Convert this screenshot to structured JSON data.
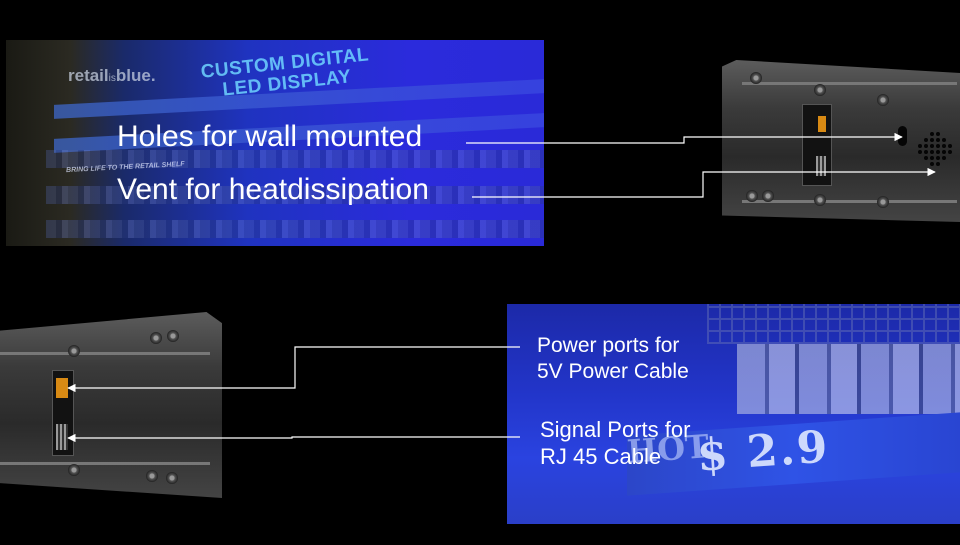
{
  "callouts": {
    "holes": "Holes for wall mounted",
    "vent": "Vent for heatdissipation",
    "power_line1": "Power ports for",
    "power_line2": "5V Power Cable",
    "signal_line1": "Signal Ports for",
    "signal_line2": "RJ 45 Cable"
  },
  "photo_top_left": {
    "sign_title_line1": "CUSTOM DIGITAL",
    "sign_title_line2": "LED DISPLAY",
    "brand_text": "retail",
    "brand_small": "is",
    "brand_suffix": "blue.",
    "shelf_tagline": "BRING LIFE TO THE RETAIL SHELF"
  },
  "photo_bottom_right": {
    "ticker_hot": "HOT",
    "ticker_price": "$ 2.9"
  },
  "colors": {
    "background": "#000000",
    "label_text": "#ffffff",
    "leader_line": "#ffffff",
    "led_blue": "#2a3fd8",
    "port_orange": "#d88a14"
  }
}
